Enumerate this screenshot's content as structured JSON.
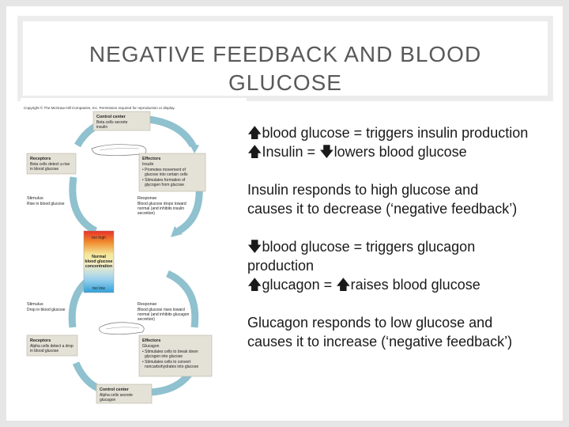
{
  "slide": {
    "title_line1": "NEGATIVE FEEDBACK AND BLOOD",
    "title_line2": "GLUCOSE"
  },
  "figure": {
    "copyright": "Copyright © The McGraw-Hill Companies, Inc. Permission required for reproduction or display.",
    "top": {
      "control_center_title": "Control center",
      "control_center_l1": "Beta cells secrete",
      "control_center_l2": "insulin",
      "receptors_title": "Receptors",
      "receptors_l1": "Beta cells detect a rise",
      "receptors_l2": "in blood glucose",
      "effectors_title": "Effectors",
      "effectors_l1": "Insulin",
      "effectors_l2": "• Promotes movement of",
      "effectors_l3": "glucose into certain cells",
      "effectors_l4": "• Stimulates formation of",
      "effectors_l5": "glycogen from glucose",
      "stimulus_title": "Stimulus",
      "stimulus_l1": "Rise in blood glucose",
      "response_title": "Response",
      "response_l1": "Blood glucose drops toward",
      "response_l2": "normal (and inhibits insulin",
      "response_l3": "secretion)"
    },
    "bar": {
      "too_high": "too high",
      "normal_l1": "Normal",
      "normal_l2": "blood glucose",
      "normal_l3": "concentration",
      "too_low": "too low"
    },
    "bottom": {
      "stimulus_title": "Stimulus",
      "stimulus_l1": "Drop in blood glucose",
      "response_title": "Response",
      "response_l1": "Blood glucose rises toward",
      "response_l2": "normal (and inhibits glucagon",
      "response_l3": "secretion)",
      "receptors_title": "Receptors",
      "receptors_l1": "Alpha cells detect a drop",
      "receptors_l2": "in blood glucose",
      "effectors_title": "Effectors",
      "effectors_l1": "Glucagon",
      "effectors_l2": "• Stimulates cells to break down",
      "effectors_l3": "glycogen into glucose",
      "effectors_l4": "• Stimulates cells to convert",
      "effectors_l5": "noncarbohydrates into glucose",
      "control_center_title": "Control center",
      "control_center_l1": "Alpha cells secrete",
      "control_center_l2": "glucagon"
    }
  },
  "body_text": {
    "line1_arrow": "🡅",
    "line1": "blood glucose = triggers insulin production",
    "line2_arrow1": "🡅",
    "line2_a": "Insulin = ",
    "line2_arrow2": "🡇",
    "line2_b": "lowers blood glucose",
    "para1_l1": "Insulin responds to high glucose and",
    "para1_l2": "causes it to decrease (‘negative feedback’)",
    "line3_arrow": "🡇",
    "line3_l1": "blood glucose = triggers glucagon",
    "line3_l2": "production",
    "line4_arrow1": "🡅",
    "line4_a": "glucagon = ",
    "line4_arrow2": "🡅",
    "line4_b": "raises blood glucose",
    "para2_l1": "Glucagon responds to low glucose and",
    "para2_l2": "causes it to increase (‘negative feedback’)"
  },
  "colors": {
    "cycle_arrow": "#8fc1cf",
    "box_fill": "#e4e1d6",
    "bar_top": "#e8312b",
    "bar_mid": "#f4e79a",
    "bar_bottom": "#2fa0d8"
  }
}
